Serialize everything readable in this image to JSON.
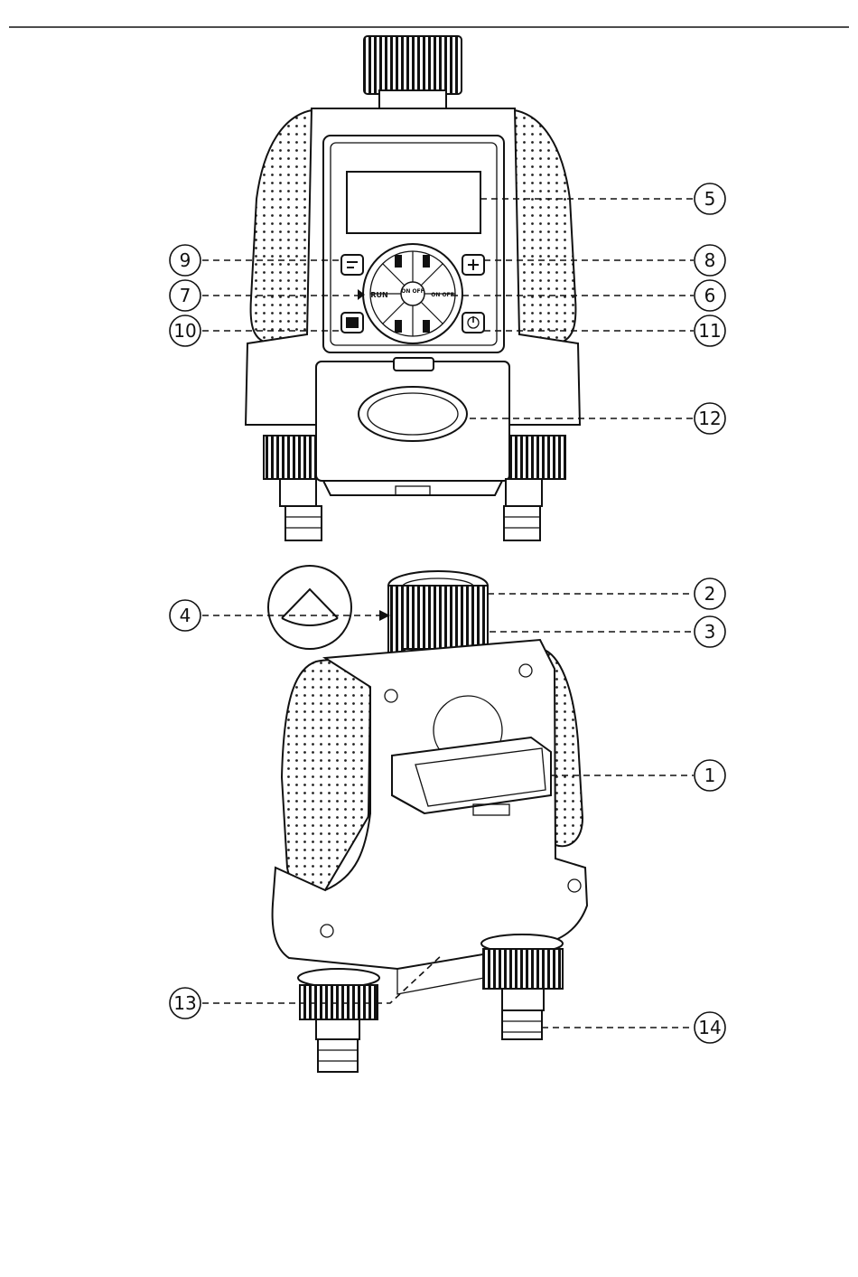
{
  "front_view": {
    "button_labels": {
      "run": "RUN",
      "center": "ON OFF",
      "right": "ON OFF"
    }
  },
  "callouts": [
    {
      "id": "c1",
      "label": "1"
    },
    {
      "id": "c2",
      "label": "2"
    },
    {
      "id": "c3",
      "label": "3"
    },
    {
      "id": "c4",
      "label": "4"
    },
    {
      "id": "c5",
      "label": "5"
    },
    {
      "id": "c6",
      "label": "6"
    },
    {
      "id": "c7",
      "label": "7"
    },
    {
      "id": "c8",
      "label": "8"
    },
    {
      "id": "c9",
      "label": "9"
    },
    {
      "id": "c10",
      "label": "10"
    },
    {
      "id": "c11",
      "label": "11"
    },
    {
      "id": "c12",
      "label": "12"
    },
    {
      "id": "c13",
      "label": "13"
    },
    {
      "id": "c14",
      "label": "14"
    }
  ],
  "colors": {
    "line": "#111111",
    "background": "#ffffff"
  }
}
